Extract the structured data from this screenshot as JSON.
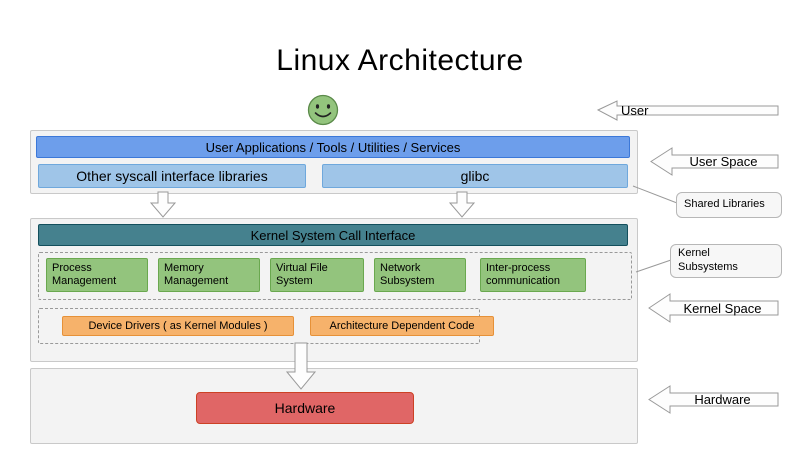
{
  "title": "Linux Architecture",
  "user_space": {
    "apps_bar": "User Applications / Tools / Utilities / Services",
    "lib_other": "Other syscall interface libraries",
    "lib_glibc": "glibc"
  },
  "kernel_space": {
    "syscall_interface": "Kernel System Call Interface",
    "subsystems": [
      "Process Management",
      "Memory Management",
      "Virtual File System",
      "Network Subsystem",
      "Inter-process communication"
    ],
    "lower_blocks": [
      "Device Drivers ( as Kernel Modules )",
      "Architecture Dependent Code"
    ]
  },
  "hardware": {
    "label": "Hardware"
  },
  "side_labels": {
    "user": "User",
    "user_space": "User Space",
    "shared_libraries": "Shared Libraries",
    "kernel_subsystems": "Kernel Subsystems",
    "kernel_space": "Kernel Space",
    "hardware": "Hardware"
  },
  "colors": {
    "apps_bar": "#6d9eeb",
    "lib_bar": "#9fc5e8",
    "syscall_bar": "#45818e",
    "subsystem_box": "#93c47d",
    "module_box": "#f6b26b",
    "hardware_box": "#e06666",
    "panel_bg": "#f3f3f3",
    "smiley": "#93c47d"
  }
}
